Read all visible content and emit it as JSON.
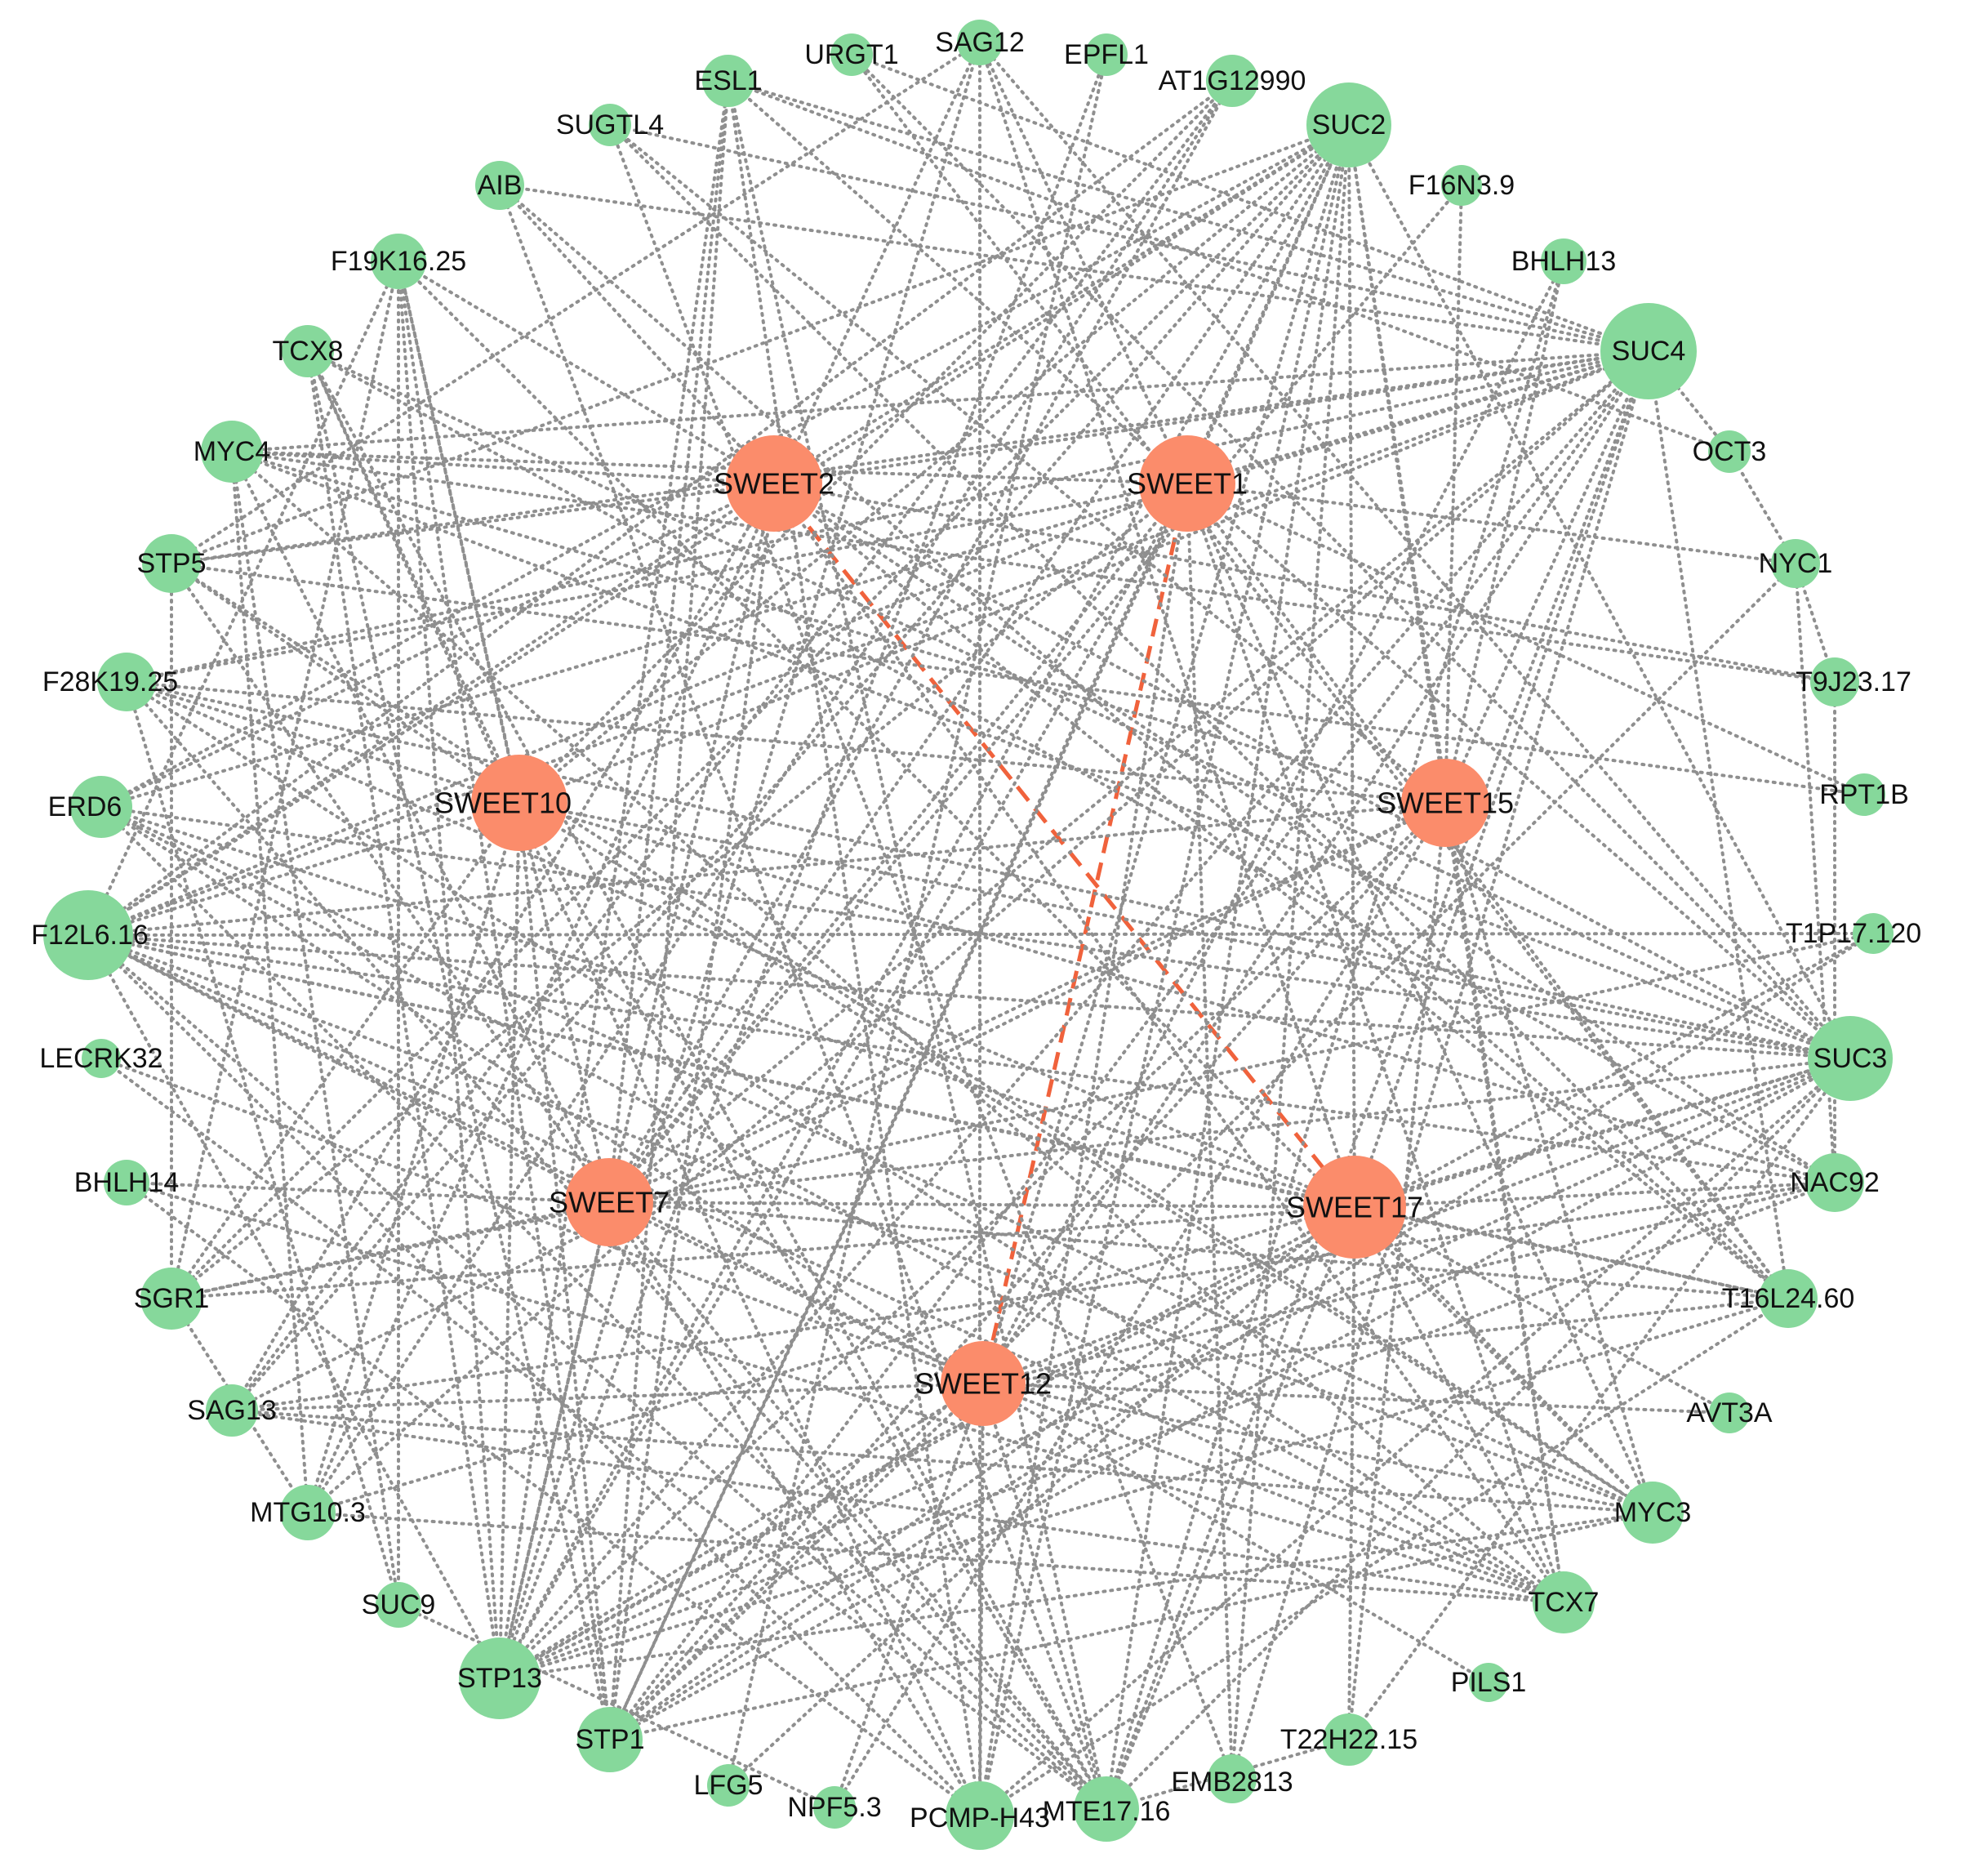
{
  "colors": {
    "peripheral_node": "#86d89b",
    "hub_node": "#fb8c6b",
    "co_expression_edge": "#8f8f8f",
    "hub_edge": "#f0623c"
  },
  "nodes": [
    {
      "id": "SWEET1",
      "label": "SWEET1",
      "type": "hub"
    },
    {
      "id": "SWEET2",
      "label": "SWEET2",
      "type": "hub"
    },
    {
      "id": "SWEET10",
      "label": "SWEET10",
      "type": "hub"
    },
    {
      "id": "SWEET15",
      "label": "SWEET15",
      "type": "hub"
    },
    {
      "id": "SWEET7",
      "label": "SWEET7",
      "type": "hub"
    },
    {
      "id": "SWEET17",
      "label": "SWEET17",
      "type": "hub"
    },
    {
      "id": "SWEET12",
      "label": "SWEET12",
      "type": "hub"
    },
    {
      "id": "URGT1",
      "label": "URGT1",
      "type": "gene"
    },
    {
      "id": "SAG12",
      "label": "SAG12",
      "type": "gene"
    },
    {
      "id": "EPFL1",
      "label": "EPFL1",
      "type": "gene"
    },
    {
      "id": "ESL1",
      "label": "ESL1",
      "type": "gene"
    },
    {
      "id": "AT1G12990",
      "label": "AT1G12990",
      "type": "gene"
    },
    {
      "id": "SUC2",
      "label": "SUC2",
      "type": "gene"
    },
    {
      "id": "SUGTL4",
      "label": "SUGTL4",
      "type": "gene"
    },
    {
      "id": "F16N3.9",
      "label": "F16N3.9",
      "type": "gene"
    },
    {
      "id": "AIB",
      "label": "AIB",
      "type": "gene"
    },
    {
      "id": "BHLH13",
      "label": "BHLH13",
      "type": "gene"
    },
    {
      "id": "F19K16.25",
      "label": "F19K16.25",
      "type": "gene"
    },
    {
      "id": "SUC4",
      "label": "SUC4",
      "type": "gene"
    },
    {
      "id": "TCX8",
      "label": "TCX8",
      "type": "gene"
    },
    {
      "id": "OCT3",
      "label": "OCT3",
      "type": "gene"
    },
    {
      "id": "MYC4",
      "label": "MYC4",
      "type": "gene"
    },
    {
      "id": "NYC1",
      "label": "NYC1",
      "type": "gene"
    },
    {
      "id": "STP5",
      "label": "STP5",
      "type": "gene"
    },
    {
      "id": "T9J23.17",
      "label": "T9J23.17",
      "type": "gene"
    },
    {
      "id": "F28K19.25",
      "label": "F28K19.25",
      "type": "gene"
    },
    {
      "id": "RPT1B",
      "label": "RPT1B",
      "type": "gene"
    },
    {
      "id": "ERD6",
      "label": "ERD6",
      "type": "gene"
    },
    {
      "id": "F12L6.16",
      "label": "F12L6.16",
      "type": "gene"
    },
    {
      "id": "T1P17.120",
      "label": "T1P17.120",
      "type": "gene"
    },
    {
      "id": "LECRK32",
      "label": "LECRK32",
      "type": "gene"
    },
    {
      "id": "SUC3",
      "label": "SUC3",
      "type": "gene"
    },
    {
      "id": "BHLH14",
      "label": "BHLH14",
      "type": "gene"
    },
    {
      "id": "NAC92",
      "label": "NAC92",
      "type": "gene"
    },
    {
      "id": "SGR1",
      "label": "SGR1",
      "type": "gene"
    },
    {
      "id": "T16L24.60",
      "label": "T16L24.60",
      "type": "gene"
    },
    {
      "id": "SAG13",
      "label": "SAG13",
      "type": "gene"
    },
    {
      "id": "AVT3A",
      "label": "AVT3A",
      "type": "gene"
    },
    {
      "id": "MTG10.3",
      "label": "MTG10.3",
      "type": "gene"
    },
    {
      "id": "MYC3",
      "label": "MYC3",
      "type": "gene"
    },
    {
      "id": "SUC9",
      "label": "SUC9",
      "type": "gene"
    },
    {
      "id": "TCX7",
      "label": "TCX7",
      "type": "gene"
    },
    {
      "id": "STP13",
      "label": "STP13",
      "type": "gene"
    },
    {
      "id": "PILS1",
      "label": "PILS1",
      "type": "gene"
    },
    {
      "id": "STP1",
      "label": "STP1",
      "type": "gene"
    },
    {
      "id": "T22H22.15",
      "label": "T22H22.15",
      "type": "gene"
    },
    {
      "id": "LFG5",
      "label": "LFG5",
      "type": "gene"
    },
    {
      "id": "EMB2813",
      "label": "EMB2813",
      "type": "gene"
    },
    {
      "id": "NPF5.3",
      "label": "NPF5.3",
      "type": "gene"
    },
    {
      "id": "MTE17.16",
      "label": "MTE17.16",
      "type": "gene"
    },
    {
      "id": "PCMP-H43",
      "label": "PCMP-H43",
      "type": "gene"
    }
  ],
  "edges": [
    [
      "SWEET2",
      "SWEET17",
      "dashed"
    ],
    [
      "SWEET1",
      "SWEET12",
      "dashed"
    ],
    [
      "SWEET7",
      "SWEET12",
      "dotted"
    ],
    [
      "SWEET1",
      "SUC2"
    ],
    [
      "SWEET1",
      "SUC4"
    ],
    [
      "SWEET1",
      "SUC3"
    ],
    [
      "SWEET1",
      "F12L6.16"
    ],
    [
      "SWEET1",
      "STP13"
    ],
    [
      "SWEET1",
      "SAG12"
    ],
    [
      "SWEET1",
      "ESL1"
    ],
    [
      "SWEET1",
      "T16L24.60"
    ],
    [
      "SWEET1",
      "TCX7"
    ],
    [
      "SWEET1",
      "SWEET7"
    ],
    [
      "SWEET1",
      "EMB2813"
    ],
    [
      "SWEET1",
      "MYC4"
    ],
    [
      "SWEET1",
      "F28K19.25"
    ],
    [
      "SWEET1",
      "MYC3"
    ],
    [
      "SWEET1",
      "SGR1"
    ],
    [
      "SWEET1",
      "PCMP-H43"
    ],
    [
      "SWEET1",
      "STP1"
    ],
    [
      "SWEET1",
      "NYC1"
    ],
    [
      "SWEET2",
      "SUC2"
    ],
    [
      "SWEET2",
      "SUC4"
    ],
    [
      "SWEET2",
      "SUC3"
    ],
    [
      "SWEET2",
      "STP5"
    ],
    [
      "SWEET2",
      "F12L6.16"
    ],
    [
      "SWEET2",
      "STP13"
    ],
    [
      "SWEET2",
      "MYC4"
    ],
    [
      "SWEET2",
      "NAC92"
    ],
    [
      "SWEET2",
      "T16L24.60"
    ],
    [
      "SWEET2",
      "ERD6"
    ],
    [
      "SWEET2",
      "SAG13"
    ],
    [
      "SWEET2",
      "AIB"
    ],
    [
      "SWEET2",
      "TCX7"
    ],
    [
      "SWEET2",
      "STP1"
    ],
    [
      "SWEET2",
      "T9J23.17"
    ],
    [
      "SWEET2",
      "F19K16.25"
    ],
    [
      "SWEET10",
      "SUC2"
    ],
    [
      "SWEET10",
      "SUC4"
    ],
    [
      "SWEET10",
      "SUC3"
    ],
    [
      "SWEET10",
      "F12L6.16"
    ],
    [
      "SWEET10",
      "F28K19.25"
    ],
    [
      "SWEET10",
      "STP13"
    ],
    [
      "SWEET10",
      "MTG10.3"
    ],
    [
      "SWEET10",
      "SGR1"
    ],
    [
      "SWEET10",
      "STP1"
    ],
    [
      "SWEET10",
      "TCX8"
    ],
    [
      "SWEET10",
      "F19K16.25"
    ],
    [
      "SWEET10",
      "MTE17.16"
    ],
    [
      "SWEET10",
      "MYC3"
    ],
    [
      "SWEET10",
      "NAC92"
    ],
    [
      "SWEET10",
      "AT1G12990"
    ],
    [
      "SWEET10",
      "STP5"
    ],
    [
      "SWEET15",
      "SUC2"
    ],
    [
      "SWEET15",
      "SUC4"
    ],
    [
      "SWEET15",
      "F12L6.16"
    ],
    [
      "SWEET15",
      "STP13"
    ],
    [
      "SWEET15",
      "TCX7"
    ],
    [
      "SWEET15",
      "MYC3"
    ],
    [
      "SWEET15",
      "SUGTL4"
    ],
    [
      "SWEET15",
      "F28K19.25"
    ],
    [
      "SWEET15",
      "STP1"
    ],
    [
      "SWEET15",
      "SAG13"
    ],
    [
      "SWEET15",
      "F16N3.9"
    ],
    [
      "SWEET15",
      "MYC4"
    ],
    [
      "SWEET15",
      "T22H22.15"
    ],
    [
      "SWEET15",
      "NPF5.3"
    ],
    [
      "SWEET15",
      "BHLH13"
    ],
    [
      "SWEET15",
      "SWEET7"
    ],
    [
      "SWEET7",
      "SUC2"
    ],
    [
      "SWEET7",
      "SUC4"
    ],
    [
      "SWEET7",
      "SUC3"
    ],
    [
      "SWEET7",
      "F12L6.16"
    ],
    [
      "SWEET7",
      "STP13"
    ],
    [
      "SWEET7",
      "MYC4"
    ],
    [
      "SWEET7",
      "SGR1"
    ],
    [
      "SWEET7",
      "MTE17.16"
    ],
    [
      "SWEET7",
      "T16L24.60"
    ],
    [
      "SWEET7",
      "F19K16.25"
    ],
    [
      "SWEET7",
      "STP5"
    ],
    [
      "SWEET7",
      "ESL1"
    ],
    [
      "SWEET7",
      "BHLH14"
    ],
    [
      "SWEET7",
      "SWEET17"
    ],
    [
      "SWEET7",
      "PCMP-H43"
    ],
    [
      "SWEET7",
      "AT1G12990"
    ],
    [
      "SWEET17",
      "SUC2"
    ],
    [
      "SWEET17",
      "SUC4"
    ],
    [
      "SWEET17",
      "SUC3"
    ],
    [
      "SWEET17",
      "F12L6.16"
    ],
    [
      "SWEET17",
      "STP13"
    ],
    [
      "SWEET17",
      "MYC3"
    ],
    [
      "SWEET17",
      "TCX7"
    ],
    [
      "SWEET17",
      "T16L24.60"
    ],
    [
      "SWEET17",
      "F28K19.25"
    ],
    [
      "SWEET17",
      "SGR1"
    ],
    [
      "SWEET17",
      "ERD6"
    ],
    [
      "SWEET17",
      "STP1"
    ],
    [
      "SWEET17",
      "SAG12"
    ],
    [
      "SWEET17",
      "NAC92"
    ],
    [
      "SWEET17",
      "T22H22.15"
    ],
    [
      "SWEET17",
      "MTE17.16"
    ],
    [
      "SWEET12",
      "SUC2"
    ],
    [
      "SWEET12",
      "SUC4"
    ],
    [
      "SWEET12",
      "SUC3"
    ],
    [
      "SWEET12",
      "F12L6.16"
    ],
    [
      "SWEET12",
      "STP13"
    ],
    [
      "SWEET12",
      "T16L24.60"
    ],
    [
      "SWEET12",
      "MYC3"
    ],
    [
      "SWEET12",
      "TCX7"
    ],
    [
      "SWEET12",
      "STP1"
    ],
    [
      "SWEET12",
      "SAG13"
    ],
    [
      "SWEET12",
      "MTE17.16"
    ],
    [
      "SWEET12",
      "PCMP-H43"
    ],
    [
      "SWEET12",
      "NAC92"
    ],
    [
      "SWEET12",
      "AVT3A"
    ],
    [
      "SWEET12",
      "ERD6"
    ],
    [
      "SWEET12",
      "LECRK32"
    ],
    [
      "SUC2",
      "F12L6.16"
    ],
    [
      "SUC2",
      "STP13"
    ],
    [
      "SUC2",
      "SUC3"
    ],
    [
      "SUC2",
      "ERD6"
    ],
    [
      "SUC2",
      "STP1"
    ],
    [
      "SUC2",
      "PCMP-H43"
    ],
    [
      "SUC2",
      "TCX7"
    ],
    [
      "SUC2",
      "MTE17.16"
    ],
    [
      "SUC2",
      "STP5"
    ],
    [
      "SUC2",
      "SGR1"
    ],
    [
      "SUC2",
      "SAG13"
    ],
    [
      "SUC4",
      "F12L6.16"
    ],
    [
      "SUC4",
      "STP13"
    ],
    [
      "SUC4",
      "ERD6"
    ],
    [
      "SUC4",
      "STP5"
    ],
    [
      "SUC4",
      "STP1"
    ],
    [
      "SUC4",
      "MYC4"
    ],
    [
      "SUC4",
      "T16L24.60"
    ],
    [
      "SUC4",
      "MTG10.3"
    ],
    [
      "SUC4",
      "ESL1"
    ],
    [
      "SUC4",
      "AIB"
    ],
    [
      "SUC4",
      "MTE17.16"
    ],
    [
      "SUC4",
      "F28K19.25"
    ],
    [
      "SUC4",
      "SUGTL4"
    ],
    [
      "SUC4",
      "URGT1"
    ],
    [
      "SUC4",
      "EMB2813"
    ],
    [
      "SUC3",
      "F12L6.16"
    ],
    [
      "SUC3",
      "ERD6"
    ],
    [
      "SUC3",
      "STP13"
    ],
    [
      "SUC3",
      "STP1"
    ],
    [
      "SUC3",
      "MTE17.16"
    ],
    [
      "SUC3",
      "PCMP-H43"
    ],
    [
      "SUC3",
      "TCX8"
    ],
    [
      "SUC3",
      "F28K19.25"
    ],
    [
      "SUC3",
      "SAG12"
    ],
    [
      "SUC3",
      "MYC4"
    ],
    [
      "SUC3",
      "MTG10.3"
    ],
    [
      "F12L6.16",
      "T16L24.60"
    ],
    [
      "F12L6.16",
      "MYC3"
    ],
    [
      "F12L6.16",
      "TCX7"
    ],
    [
      "F12L6.16",
      "STP13"
    ],
    [
      "F12L6.16",
      "F19K16.25"
    ],
    [
      "F12L6.16",
      "NAC92"
    ],
    [
      "F12L6.16",
      "AT1G12990"
    ],
    [
      "F12L6.16",
      "T1P17.120"
    ],
    [
      "F12L6.16",
      "MTE17.16"
    ],
    [
      "F12L6.16",
      "PCMP-H43"
    ],
    [
      "STP13",
      "ESL1"
    ],
    [
      "STP13",
      "SAG12"
    ],
    [
      "STP13",
      "F19K16.25"
    ],
    [
      "STP13",
      "TCX8"
    ],
    [
      "STP13",
      "NAC92"
    ],
    [
      "STP13",
      "T16L24.60"
    ],
    [
      "STP13",
      "MYC3"
    ],
    [
      "STP1",
      "ESL1"
    ],
    [
      "STP1",
      "TCX8"
    ],
    [
      "STP1",
      "NYC1"
    ],
    [
      "STP1",
      "T1P17.120"
    ],
    [
      "STP1",
      "MYC3"
    ],
    [
      "ESL1",
      "PCMP-H43"
    ],
    [
      "ESL1",
      "MTE17.16"
    ],
    [
      "ESL1",
      "OCT3"
    ],
    [
      "SAG12",
      "STP5"
    ],
    [
      "SAG12",
      "PCMP-H43"
    ],
    [
      "SAG12",
      "MTG10.3"
    ],
    [
      "AT1G12990",
      "MTG10.3"
    ],
    [
      "AT1G12990",
      "SAG13"
    ],
    [
      "URGT1",
      "SUC3"
    ],
    [
      "URGT1",
      "T16L24.60"
    ],
    [
      "EPFL1",
      "STP13"
    ],
    [
      "EPFL1",
      "LFG5"
    ],
    [
      "SUGTL4",
      "T16L24.60"
    ],
    [
      "SUGTL4",
      "EMB2813"
    ],
    [
      "AIB",
      "MTE17.16"
    ],
    [
      "AIB",
      "T16L24.60"
    ],
    [
      "F19K16.25",
      "STP1"
    ],
    [
      "F19K16.25",
      "SUC9"
    ],
    [
      "F19K16.25",
      "MYC3"
    ],
    [
      "F19K16.25",
      "SGR1"
    ],
    [
      "TCX8",
      "NAC92"
    ],
    [
      "TCX8",
      "MTE17.16"
    ],
    [
      "TCX8",
      "PCMP-H43"
    ],
    [
      "MYC4",
      "MTG10.3"
    ],
    [
      "MYC4",
      "TCX7"
    ],
    [
      "MYC4",
      "SUC9"
    ],
    [
      "MYC4",
      "T9J23.17"
    ],
    [
      "STP5",
      "SGR1"
    ],
    [
      "STP5",
      "MYC3"
    ],
    [
      "STP5",
      "RPT1B"
    ],
    [
      "F28K19.25",
      "SUC9"
    ],
    [
      "F28K19.25",
      "TCX7"
    ],
    [
      "F28K19.25",
      "MTE17.16"
    ],
    [
      "ERD6",
      "MYC3"
    ],
    [
      "ERD6",
      "TCX7"
    ],
    [
      "ERD6",
      "MTE17.16"
    ],
    [
      "LECRK32",
      "MTE17.16"
    ],
    [
      "BHLH14",
      "PCMP-H43"
    ],
    [
      "BHLH14",
      "TCX7"
    ],
    [
      "SGR1",
      "T1P17.120"
    ],
    [
      "SGR1",
      "MTG10.3"
    ],
    [
      "SAG13",
      "NAC92"
    ],
    [
      "MTG10.3",
      "TCX7"
    ],
    [
      "SUC9",
      "NPF5.3"
    ],
    [
      "PCMP-H43",
      "T16L24.60"
    ],
    [
      "MTE17.16",
      "T22H22.15"
    ],
    [
      "EMB2813",
      "SUC2"
    ],
    [
      "NYC1",
      "OCT3"
    ],
    [
      "NYC1",
      "NAC92"
    ],
    [
      "NYC1",
      "T9J23.17"
    ],
    [
      "BHLH13",
      "MTE17.16"
    ],
    [
      "BHLH13",
      "SWEET12"
    ],
    [
      "F16N3.9",
      "SWEET7"
    ],
    [
      "OCT3",
      "SUC4"
    ],
    [
      "T9J23.17",
      "NAC92"
    ],
    [
      "T1P17.120",
      "STP13"
    ],
    [
      "PILS1",
      "SWEET12"
    ],
    [
      "LFG5",
      "SWEET17"
    ],
    [
      "NPF5.3",
      "SWEET12"
    ],
    [
      "AVT3A",
      "SWEET17"
    ],
    [
      "MYC3",
      "SAG13"
    ],
    [
      "TCX7",
      "SAG13"
    ],
    [
      "T22H22.15",
      "SUC3"
    ],
    [
      "RPT1B",
      "SWEET1"
    ]
  ]
}
